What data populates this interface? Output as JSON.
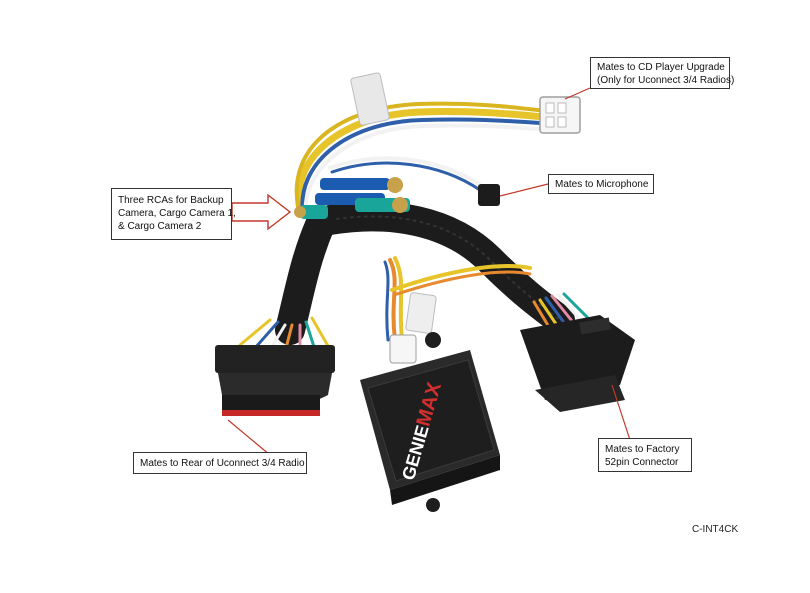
{
  "colors": {
    "callout_line": "#c0392b",
    "cable_black": "#1c1c1c",
    "wire_yellow": "#e7c52a",
    "wire_blue": "#2f5fa8",
    "wire_white": "#f2f2f2",
    "wire_orange": "#e78a2f",
    "wire_pink": "#e38aa4",
    "rca_blue": "#1b5bb0",
    "rca_teal": "#1aa59a",
    "connector_red": "#c62828",
    "brand_red": "#d32f2f"
  },
  "callouts": {
    "cd_player": {
      "line1": "Mates to CD Player Upgrade",
      "line2": "(Only for Uconnect 3/4 Radios)"
    },
    "microphone": {
      "line1": "Mates to Microphone"
    },
    "rcas": {
      "line1": "Three RCAs for Backup",
      "line2": "Camera, Cargo Camera 1,",
      "line3": "& Cargo Camera 2"
    },
    "rear_radio": {
      "line1": "Mates to Rear of Uconnect 3/4 Radio"
    },
    "factory": {
      "line1": "Mates to Factory",
      "line2": "52pin Connector"
    }
  },
  "module": {
    "brand": "GENIE",
    "brand_accent": "MAX"
  },
  "part_number": "C-INT4CK"
}
